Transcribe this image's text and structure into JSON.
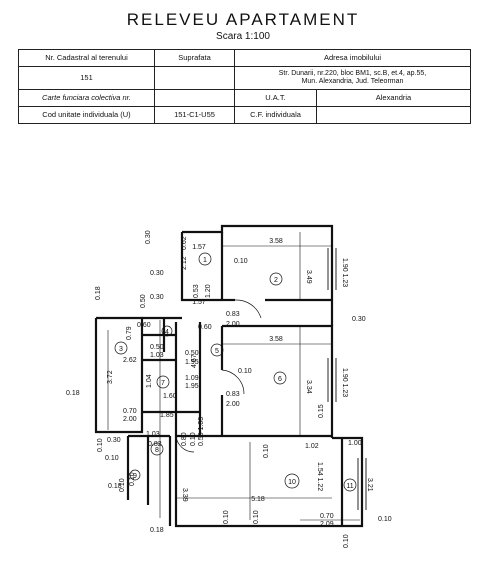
{
  "header": {
    "title": "RELEVEU APARTAMENT",
    "scale": "Scara 1:100"
  },
  "table": {
    "nr_cadastral_label": "Nr. Cadastral al terenului",
    "nr_cadastral_value": "151",
    "suprafata_label": "Suprafata",
    "suprafata_value": "",
    "adresa_label": "Adresa imobilului",
    "adresa_value_1": "Str. Dunarii, nr.220, bloc BM1, sc.B, et.4, ap.55,",
    "adresa_value_2": "Mun. Alexandria, Jud. Teleorman",
    "carte_label": "Carte funciara colectiva nr.",
    "uat_label": "U.A.T.",
    "uat_value": "Alexandria",
    "cod_label": "Cod unitate individuala (U)",
    "cod_value": "151-C1-U55",
    "cf_label": "C.F. individuala"
  },
  "plan": {
    "rooms": {
      "r1": "1",
      "r2": "2",
      "r3": "3",
      "r4": "4",
      "r5": "5",
      "r6": "6",
      "r7": "7",
      "r8": "8",
      "r9": "9",
      "r10": "10",
      "r11": "11"
    },
    "dims": {
      "d_358_top": "3.58",
      "d_358_mid": "3.58",
      "d_349": "3.49",
      "d_334": "3.34",
      "d_157a": "1.57",
      "d_157b": "1.57",
      "d_190_123a": "1.90 1.23",
      "d_190_123b": "1.90 1.23",
      "d_030_r": "0.30",
      "d_030_a": "0.30",
      "d_030_b": "0.30",
      "d_030_c": "0.30",
      "d_018_a": "0.18",
      "d_018_b": "0.18",
      "d_018_c": "0.18",
      "d_018_d": "0.18",
      "d_010_a": "0.10",
      "d_010_b": "0.10",
      "d_010_c": "0.10",
      "d_010_d": "0.10",
      "d_010_e": "0.10",
      "d_010_f": "0.10",
      "d_010_g": "0.10",
      "d_010_h": "0.10",
      "d_010_i": "0.10",
      "d_015": "0.15",
      "d_060_a": "0.60",
      "d_060_b": "0.60",
      "d_050": "0.50",
      "d_050_103": "0.50 1.03",
      "d_079": "0.79",
      "d_262": "2.62",
      "d_372": "3.72",
      "d_467": "4.67",
      "d_109": "1.09",
      "d_104": "1.04",
      "d_195_a": "1.95",
      "d_195_b": "1.95",
      "d_160": "1.60",
      "d_185": "1.85",
      "d_103": "1.03",
      "d_082": "0.82",
      "d_070_a": "0.70",
      "d_070_b": "0.70",
      "d_209": "2.09",
      "d_083": "0.83",
      "d_200_a": "2.00",
      "d_200_b": "2.00",
      "d_200_c": "2.00",
      "d_083_b": "0.83",
      "d_339": "3.39",
      "d_518": "5.18",
      "d_021": "1.02",
      "d_100": "1.00",
      "d_154_122": "1.54 1.22",
      "d_321": "3.21",
      "d_080_b": "0.80",
      "d_212": "2.12",
      "d_062": "0.62",
      "d_050_b": "0.50",
      "d_053": "0.53",
      "d_120_b": "1.20",
      "d_030_v": "0.30",
      "d_050_v": "0.50"
    }
  }
}
